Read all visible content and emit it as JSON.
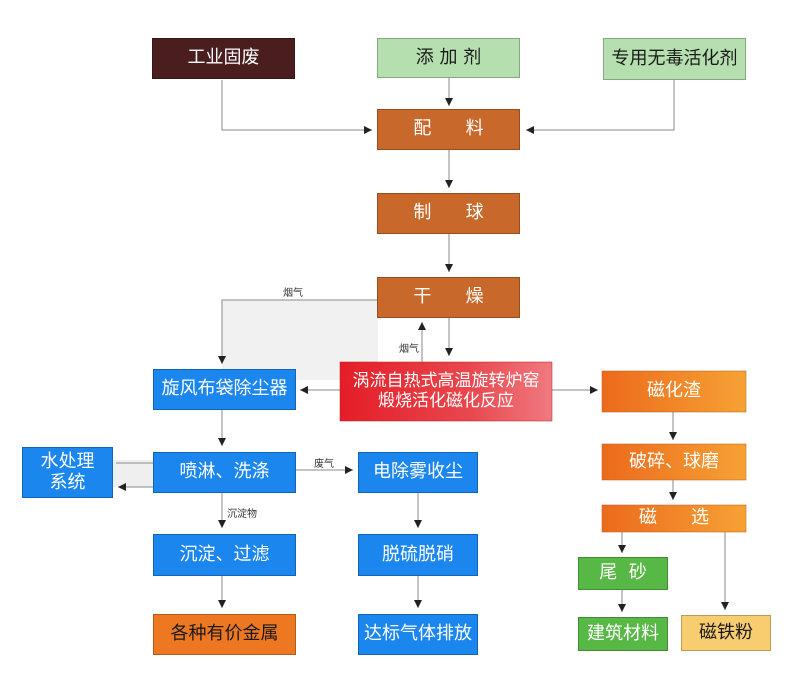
{
  "nodes": {
    "industrial_waste": "工业固废",
    "additive": "添 加 剂",
    "activator": "专用无毒活化剂",
    "batching": "配      料",
    "pelletizing": "制      球",
    "drying": "干      燥",
    "kiln_line1": "涡流自热式高温旋转炉窑",
    "kiln_line2": "煅烧活化磁化反应",
    "cyclone": "旋风布袋除尘器",
    "water_line1": "水处理",
    "water_line2": "系统",
    "spray": "喷淋、洗涤",
    "esp": "电除雾收尘",
    "sediment": "沉淀、过滤",
    "desulf": "脱硫脱硝",
    "metals": "各种有价金属",
    "emission": "达标气体排放",
    "mag_slag": "磁化渣",
    "crush": "破碎、球磨",
    "mag_sep": "磁      选",
    "tailings": "尾  砂",
    "building": "建筑材料",
    "iron_powder": "磁铁粉"
  },
  "labels": {
    "flue_gas_top": "烟气",
    "flue_gas_mid": "烟气",
    "waste_gas": "废气",
    "precipitate": "沉淀物"
  },
  "colors": {
    "brown_dark": "#4a1e1e",
    "green_light": "#b5dfae",
    "orange_brown": "#c8682a",
    "blue": "#1a86ee",
    "red": "#e8323a",
    "orange": "#ee7822",
    "green": "#58b846",
    "yellow": "#f8cd70",
    "arrow": "#8a8a8a"
  }
}
